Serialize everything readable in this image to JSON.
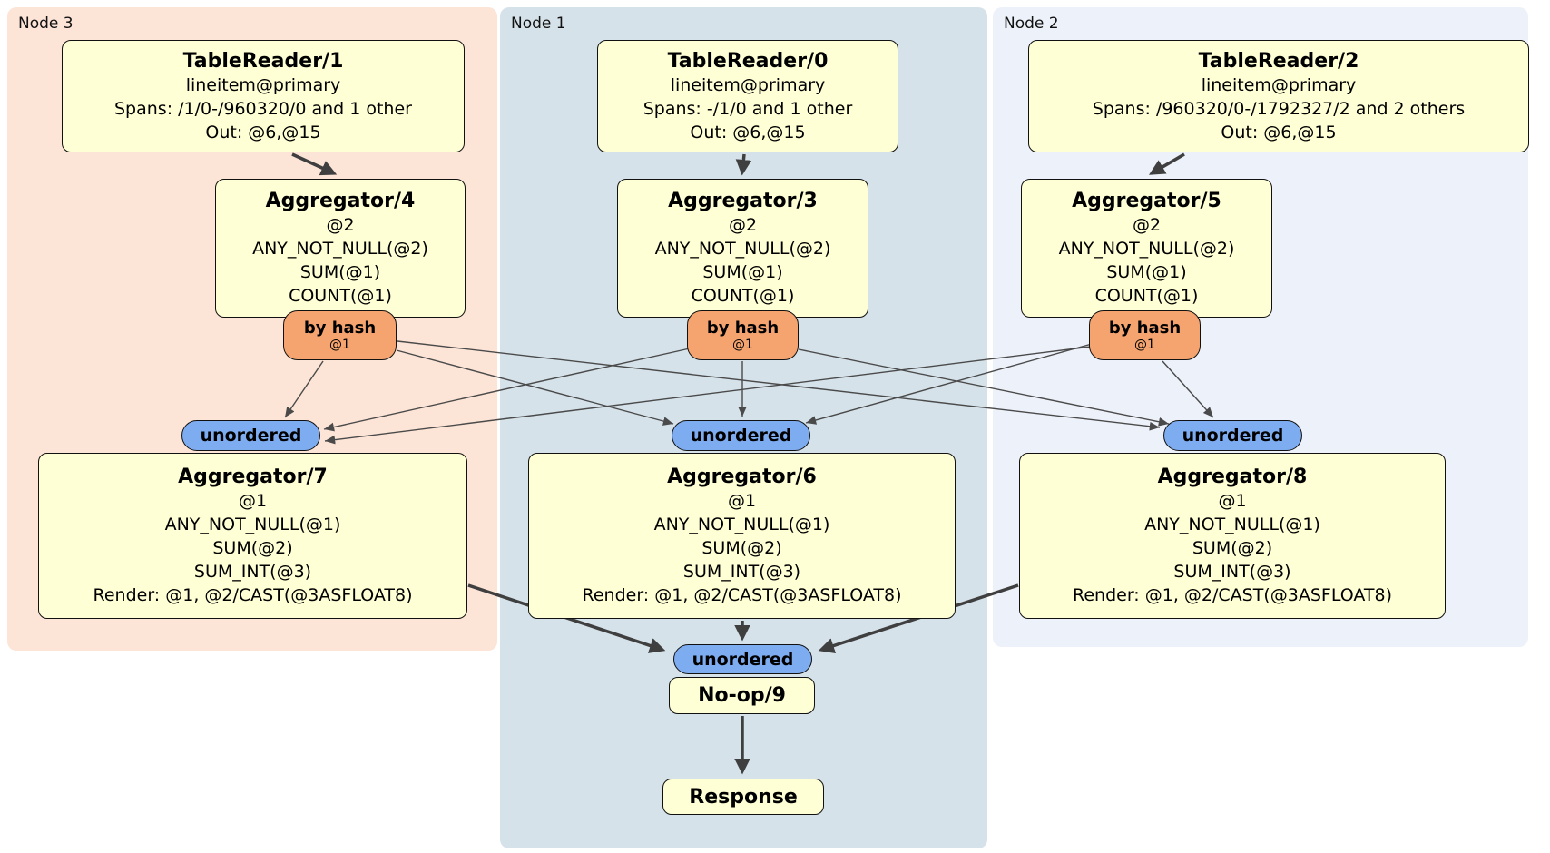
{
  "regions": [
    {
      "label": "Node 3"
    },
    {
      "label": "Node 1"
    },
    {
      "label": "Node 2"
    }
  ],
  "processors": {
    "tr1": {
      "title": "TableReader/1",
      "lines": [
        "lineitem@primary",
        "Spans: /1/0-/960320/0 and 1 other",
        "Out: @6,@15"
      ]
    },
    "tr0": {
      "title": "TableReader/0",
      "lines": [
        "lineitem@primary",
        "Spans: -/1/0 and 1 other",
        "Out: @6,@15"
      ]
    },
    "tr2": {
      "title": "TableReader/2",
      "lines": [
        "lineitem@primary",
        "Spans: /960320/0-/1792327/2 and 2 others",
        "Out: @6,@15"
      ]
    },
    "agg4": {
      "title": "Aggregator/4",
      "lines": [
        "@2",
        "ANY_NOT_NULL(@2)",
        "SUM(@1)",
        "COUNT(@1)"
      ]
    },
    "agg3": {
      "title": "Aggregator/3",
      "lines": [
        "@2",
        "ANY_NOT_NULL(@2)",
        "SUM(@1)",
        "COUNT(@1)"
      ]
    },
    "agg5": {
      "title": "Aggregator/5",
      "lines": [
        "@2",
        "ANY_NOT_NULL(@2)",
        "SUM(@1)",
        "COUNT(@1)"
      ]
    },
    "agg7": {
      "title": "Aggregator/7",
      "lines": [
        "@1",
        "ANY_NOT_NULL(@1)",
        "SUM(@2)",
        "SUM_INT(@3)",
        "Render: @1, @2/CAST(@3ASFLOAT8)"
      ]
    },
    "agg6": {
      "title": "Aggregator/6",
      "lines": [
        "@1",
        "ANY_NOT_NULL(@1)",
        "SUM(@2)",
        "SUM_INT(@3)",
        "Render: @1, @2/CAST(@3ASFLOAT8)"
      ]
    },
    "agg8": {
      "title": "Aggregator/8",
      "lines": [
        "@1",
        "ANY_NOT_NULL(@1)",
        "SUM(@2)",
        "SUM_INT(@3)",
        "Render: @1, @2/CAST(@3ASFLOAT8)"
      ]
    },
    "noop": {
      "title": "No-op/9"
    },
    "response": {
      "title": "Response"
    }
  },
  "routers": {
    "r3": {
      "label": "by hash",
      "sub": "@1"
    },
    "r1": {
      "label": "by hash",
      "sub": "@1"
    },
    "r2": {
      "label": "by hash",
      "sub": "@1"
    }
  },
  "syncs": {
    "o3": {
      "label": "unordered"
    },
    "o1": {
      "label": "unordered"
    },
    "o2": {
      "label": "unordered"
    },
    "ob": {
      "label": "unordered"
    }
  },
  "colors": {
    "node3-bg": "#fce4d6",
    "node1-bg": "#d5e2ea",
    "node2-bg": "#edf1fa",
    "proc-bg": "#ffffd6",
    "router-bg": "#f5a46f",
    "sync-bg": "#7eacf1",
    "edge-thin": "#4a4a4a",
    "edge-thick": "#3f3f3f"
  }
}
